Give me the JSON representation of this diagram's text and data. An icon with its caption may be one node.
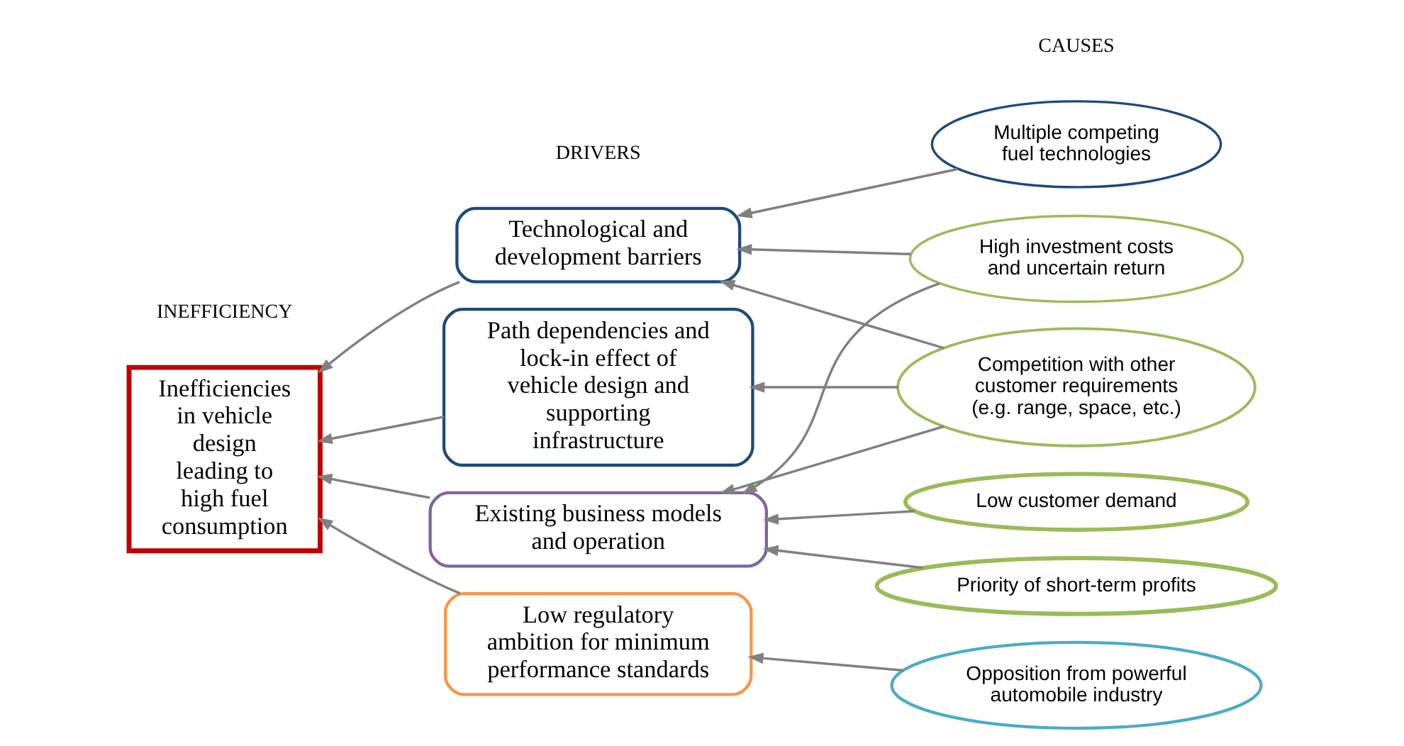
{
  "diagram": {
    "nodes": [
      {
        "text": [
          "Inefficiencies in vehicle design leading to high fuel consumption"
        ]
      },
      {
        "text": [
          "Technological and development barriers"
        ]
      },
      {
        "text": [
          "Path dependencies and lock-in effect of vehicle design and supporting infrastructure"
        ]
      },
      {
        "text": [
          "Existing business models and operation"
        ]
      },
      {
        "text": [
          "Low regulatory ambition for minimum performance standards"
        ]
      },
      {
        "text": [
          "Multiple competing fuel technologies"
        ]
      },
      {
        "text": [
          "High investment costs and uncertain return"
        ]
      },
      {
        "text": [
          "Competition with other customer requirements (e.g. range, space, etc.)"
        ]
      },
      {
        "text": [
          "Low customer demand"
        ]
      },
      {
        "text": [
          "Priority of short-term profits"
        ]
      },
      {
        "text": [
          "Opposition from powerful automobile industry"
        ]
      }
    ],
    "edges": [
      {
        "from": 1,
        "to": 0,
        "arrow": "to"
      },
      {
        "from": 2,
        "to": 0,
        "arrow": "to"
      },
      {
        "from": 3,
        "to": 0,
        "arrow": "to"
      },
      {
        "from": 4,
        "to": 0,
        "arrow": "to"
      },
      {
        "from": 5,
        "to": 1,
        "arrow": "to"
      },
      {
        "from": 6,
        "to": 1,
        "arrow": "to"
      },
      {
        "from": 6,
        "to": 3,
        "arrow": "to"
      },
      {
        "from": 7,
        "to": 1,
        "arrow": "to"
      },
      {
        "from": 7,
        "to": 2,
        "arrow": "to"
      },
      {
        "from": 7,
        "to": 3,
        "arrow": "to"
      },
      {
        "from": 8,
        "to": 3,
        "arrow": "to"
      },
      {
        "from": 9,
        "to": 3,
        "arrow": "to"
      },
      {
        "from": 10,
        "to": 4,
        "arrow": "to"
      }
    ],
    "labels": [
      "DRIVERS",
      "CAUSES",
      "INEFFICIENCY"
    ]
  }
}
